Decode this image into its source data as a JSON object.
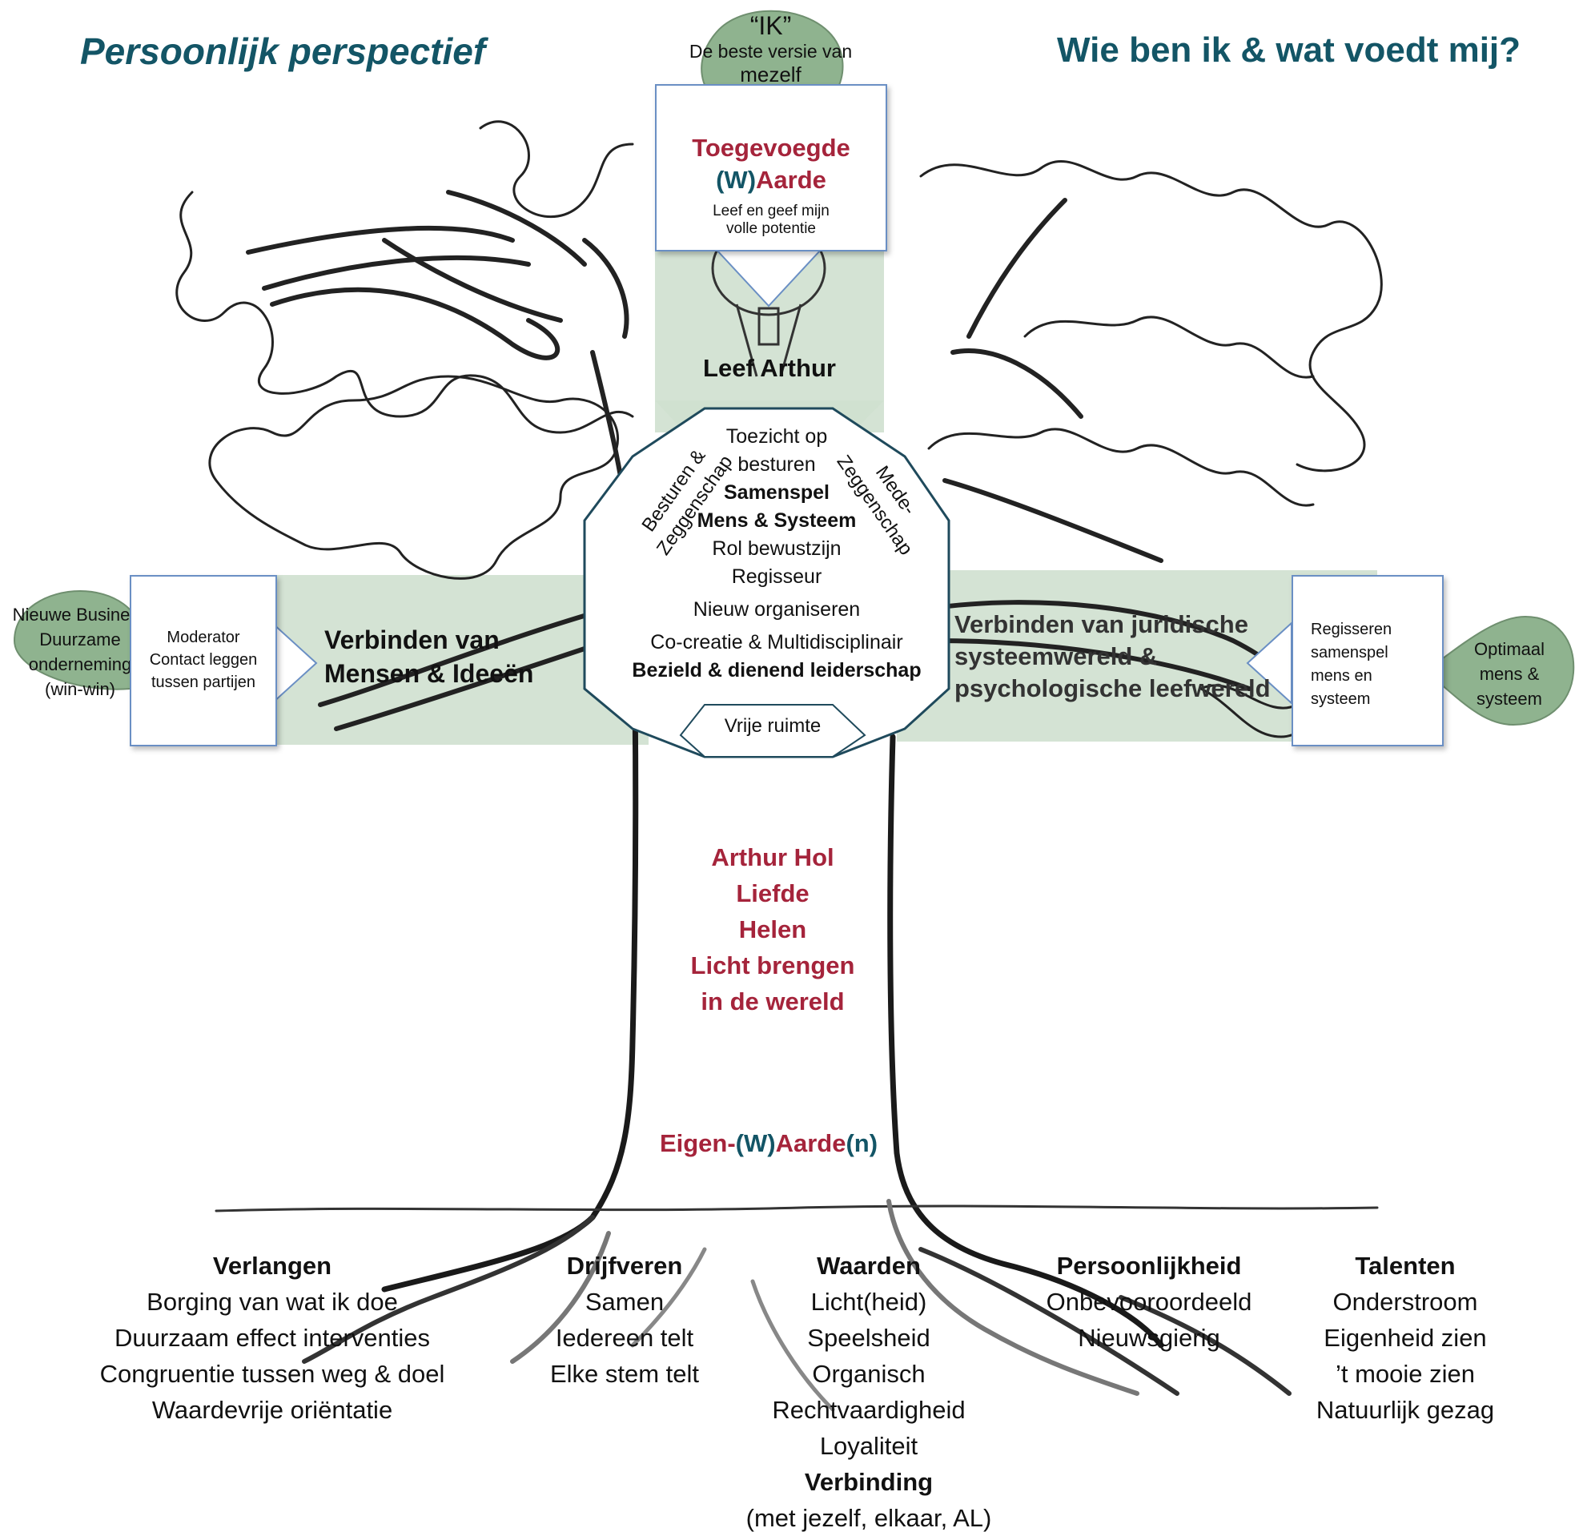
{
  "titles": {
    "left": "Persoonlijk perspectief",
    "right": "Wie ben ik & wat voedt mij?"
  },
  "ik": {
    "title": "“IK”",
    "line1": "De beste versie van",
    "line2": "mezelf"
  },
  "top_box": {
    "title1": "Toegevoegde",
    "title2_w": "(W)",
    "title2_rest": "Aarde",
    "sub1": "Leef en geef mijn",
    "sub2": "volle potentie"
  },
  "crown_label": "Leef Arthur",
  "octagon": {
    "top1": "Toezicht op",
    "top2": "besturen",
    "left_rot1": "Besturen &",
    "left_rot2": "Zeggenschap",
    "right_rot1": "Mede-",
    "right_rot2": "Zeggenschap",
    "line1": "Samenspel",
    "line2": "Mens & Systeem",
    "line3": "Rol bewustzijn",
    "line4": "Regisseur",
    "line5": "Nieuw organiseren",
    "line6": "Co-creatie & Multidisciplinair",
    "line7": "Bezield & dienend leiderschap",
    "bottom": "Vrije ruimte"
  },
  "left_branch": {
    "bubble1": "Nieuwe Business",
    "bubble2": "Duurzame",
    "bubble3": "onderneming",
    "bubble4": "(win-win)",
    "box1": "Moderator",
    "box2": "Contact leggen",
    "box3": "tussen partijen",
    "band1": "Verbinden van",
    "band2": "Mensen & Ideeën"
  },
  "right_branch": {
    "band1": "Verbinden van juridische",
    "band2": "systeemwereld &",
    "band3": "psychologische leefwereld",
    "box1": "Regisseren",
    "box2": "samenspel",
    "box3": "mens en",
    "box4": "systeem",
    "bubble1": "Optimaal",
    "bubble2": "mens &",
    "bubble3": "systeem"
  },
  "trunk": {
    "line1": "Arthur Hol",
    "line2": "Liefde",
    "line3": "Helen",
    "line4": "Licht brengen",
    "line5": "in de wereld"
  },
  "base_label": {
    "p1": "Eigen-",
    "p2": "(W)",
    "p3": "Aarde",
    "p4": "(n)"
  },
  "roots": {
    "verlangen": {
      "title": "Verlangen",
      "items": [
        "Borging van wat ik doe",
        "Duurzaam effect interventies",
        "Congruentie tussen weg & doel",
        "Waardevrije oriëntatie"
      ]
    },
    "drijfveren": {
      "title": "Drijfveren",
      "items": [
        "Samen",
        "Iedereen telt",
        "Elke stem telt"
      ]
    },
    "waarden": {
      "title": "Waarden",
      "items": [
        "Licht(heid)",
        "Speelsheid",
        "Organisch",
        "Rechtvaardigheid",
        "Loyaliteit"
      ],
      "bold_item": "Verbinding",
      "last": "(met jezelf, elkaar, AL)"
    },
    "persoonlijkheid": {
      "title": "Persoonlijkheid",
      "items": [
        "Onbevooroordeeld",
        "Nieuwsgierig"
      ]
    },
    "talenten": {
      "title": "Talenten",
      "items": [
        "Onderstroom",
        "Eigenheid zien",
        "’t mooie zien",
        "Natuurlijk gezag"
      ]
    }
  },
  "colors": {
    "teal": "#135566",
    "red": "#a5243b",
    "band_green": "#cfe0cf",
    "bubble_green": "#8fb38f",
    "box_border": "#6a8fc4",
    "octagon_border": "#1f4a5c"
  }
}
